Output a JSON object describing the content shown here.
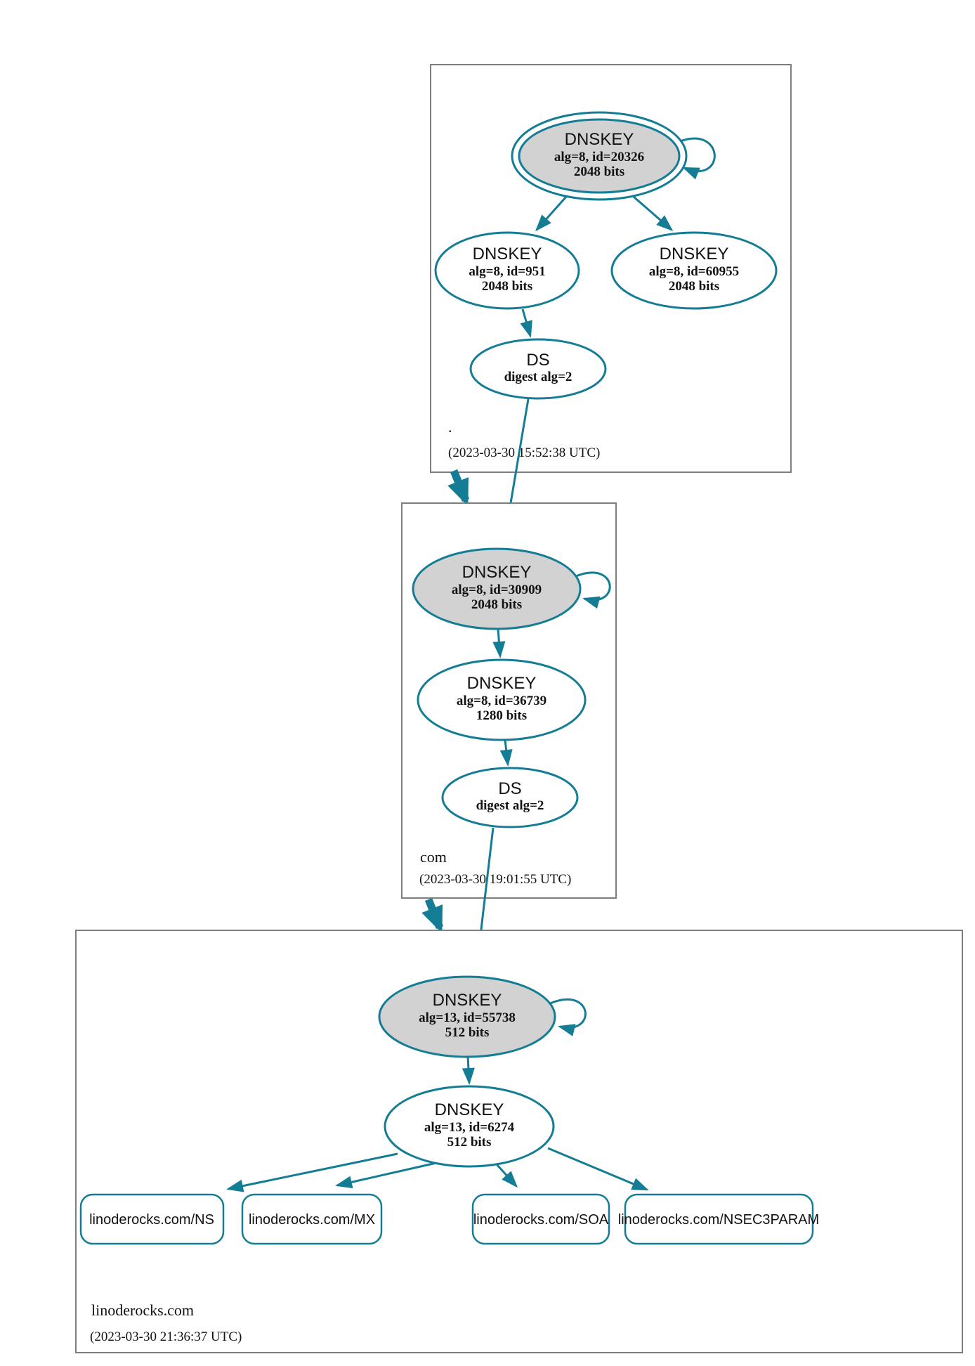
{
  "colors": {
    "edge_teal": "#147d95",
    "sep_key_fill": "#d2d2d2",
    "node_fill": "#ffffff",
    "zone_box_border": "#7e7e7e",
    "text": "#121212"
  },
  "zones": {
    "root": {
      "label": ".",
      "timestamp": "(2023-03-30 15:52:38 UTC)",
      "ksk": {
        "title": "DNSKEY",
        "alg": "alg=8, id=20326",
        "bits": "2048 bits"
      },
      "zsk": {
        "title": "DNSKEY",
        "alg": "alg=8, id=951",
        "bits": "2048 bits"
      },
      "zsk2": {
        "title": "DNSKEY",
        "alg": "alg=8, id=60955",
        "bits": "2048 bits"
      },
      "ds": {
        "title": "DS",
        "alg": "digest alg=2"
      }
    },
    "com": {
      "label": "com",
      "timestamp": "(2023-03-30 19:01:55 UTC)",
      "ksk": {
        "title": "DNSKEY",
        "alg": "alg=8, id=30909",
        "bits": "2048 bits"
      },
      "zsk": {
        "title": "DNSKEY",
        "alg": "alg=8, id=36739",
        "bits": "1280 bits"
      },
      "ds": {
        "title": "DS",
        "alg": "digest alg=2"
      }
    },
    "linoderocks": {
      "label": "linoderocks.com",
      "timestamp": "(2023-03-30 21:36:37 UTC)",
      "ksk": {
        "title": "DNSKEY",
        "alg": "alg=13, id=55738",
        "bits": "512 bits"
      },
      "zsk": {
        "title": "DNSKEY",
        "alg": "alg=13, id=6274",
        "bits": "512 bits"
      },
      "rrsets": [
        "linoderocks.com/NS",
        "linoderocks.com/MX",
        "linoderocks.com/SOA",
        "linoderocks.com/NSEC3PARAM"
      ]
    }
  }
}
